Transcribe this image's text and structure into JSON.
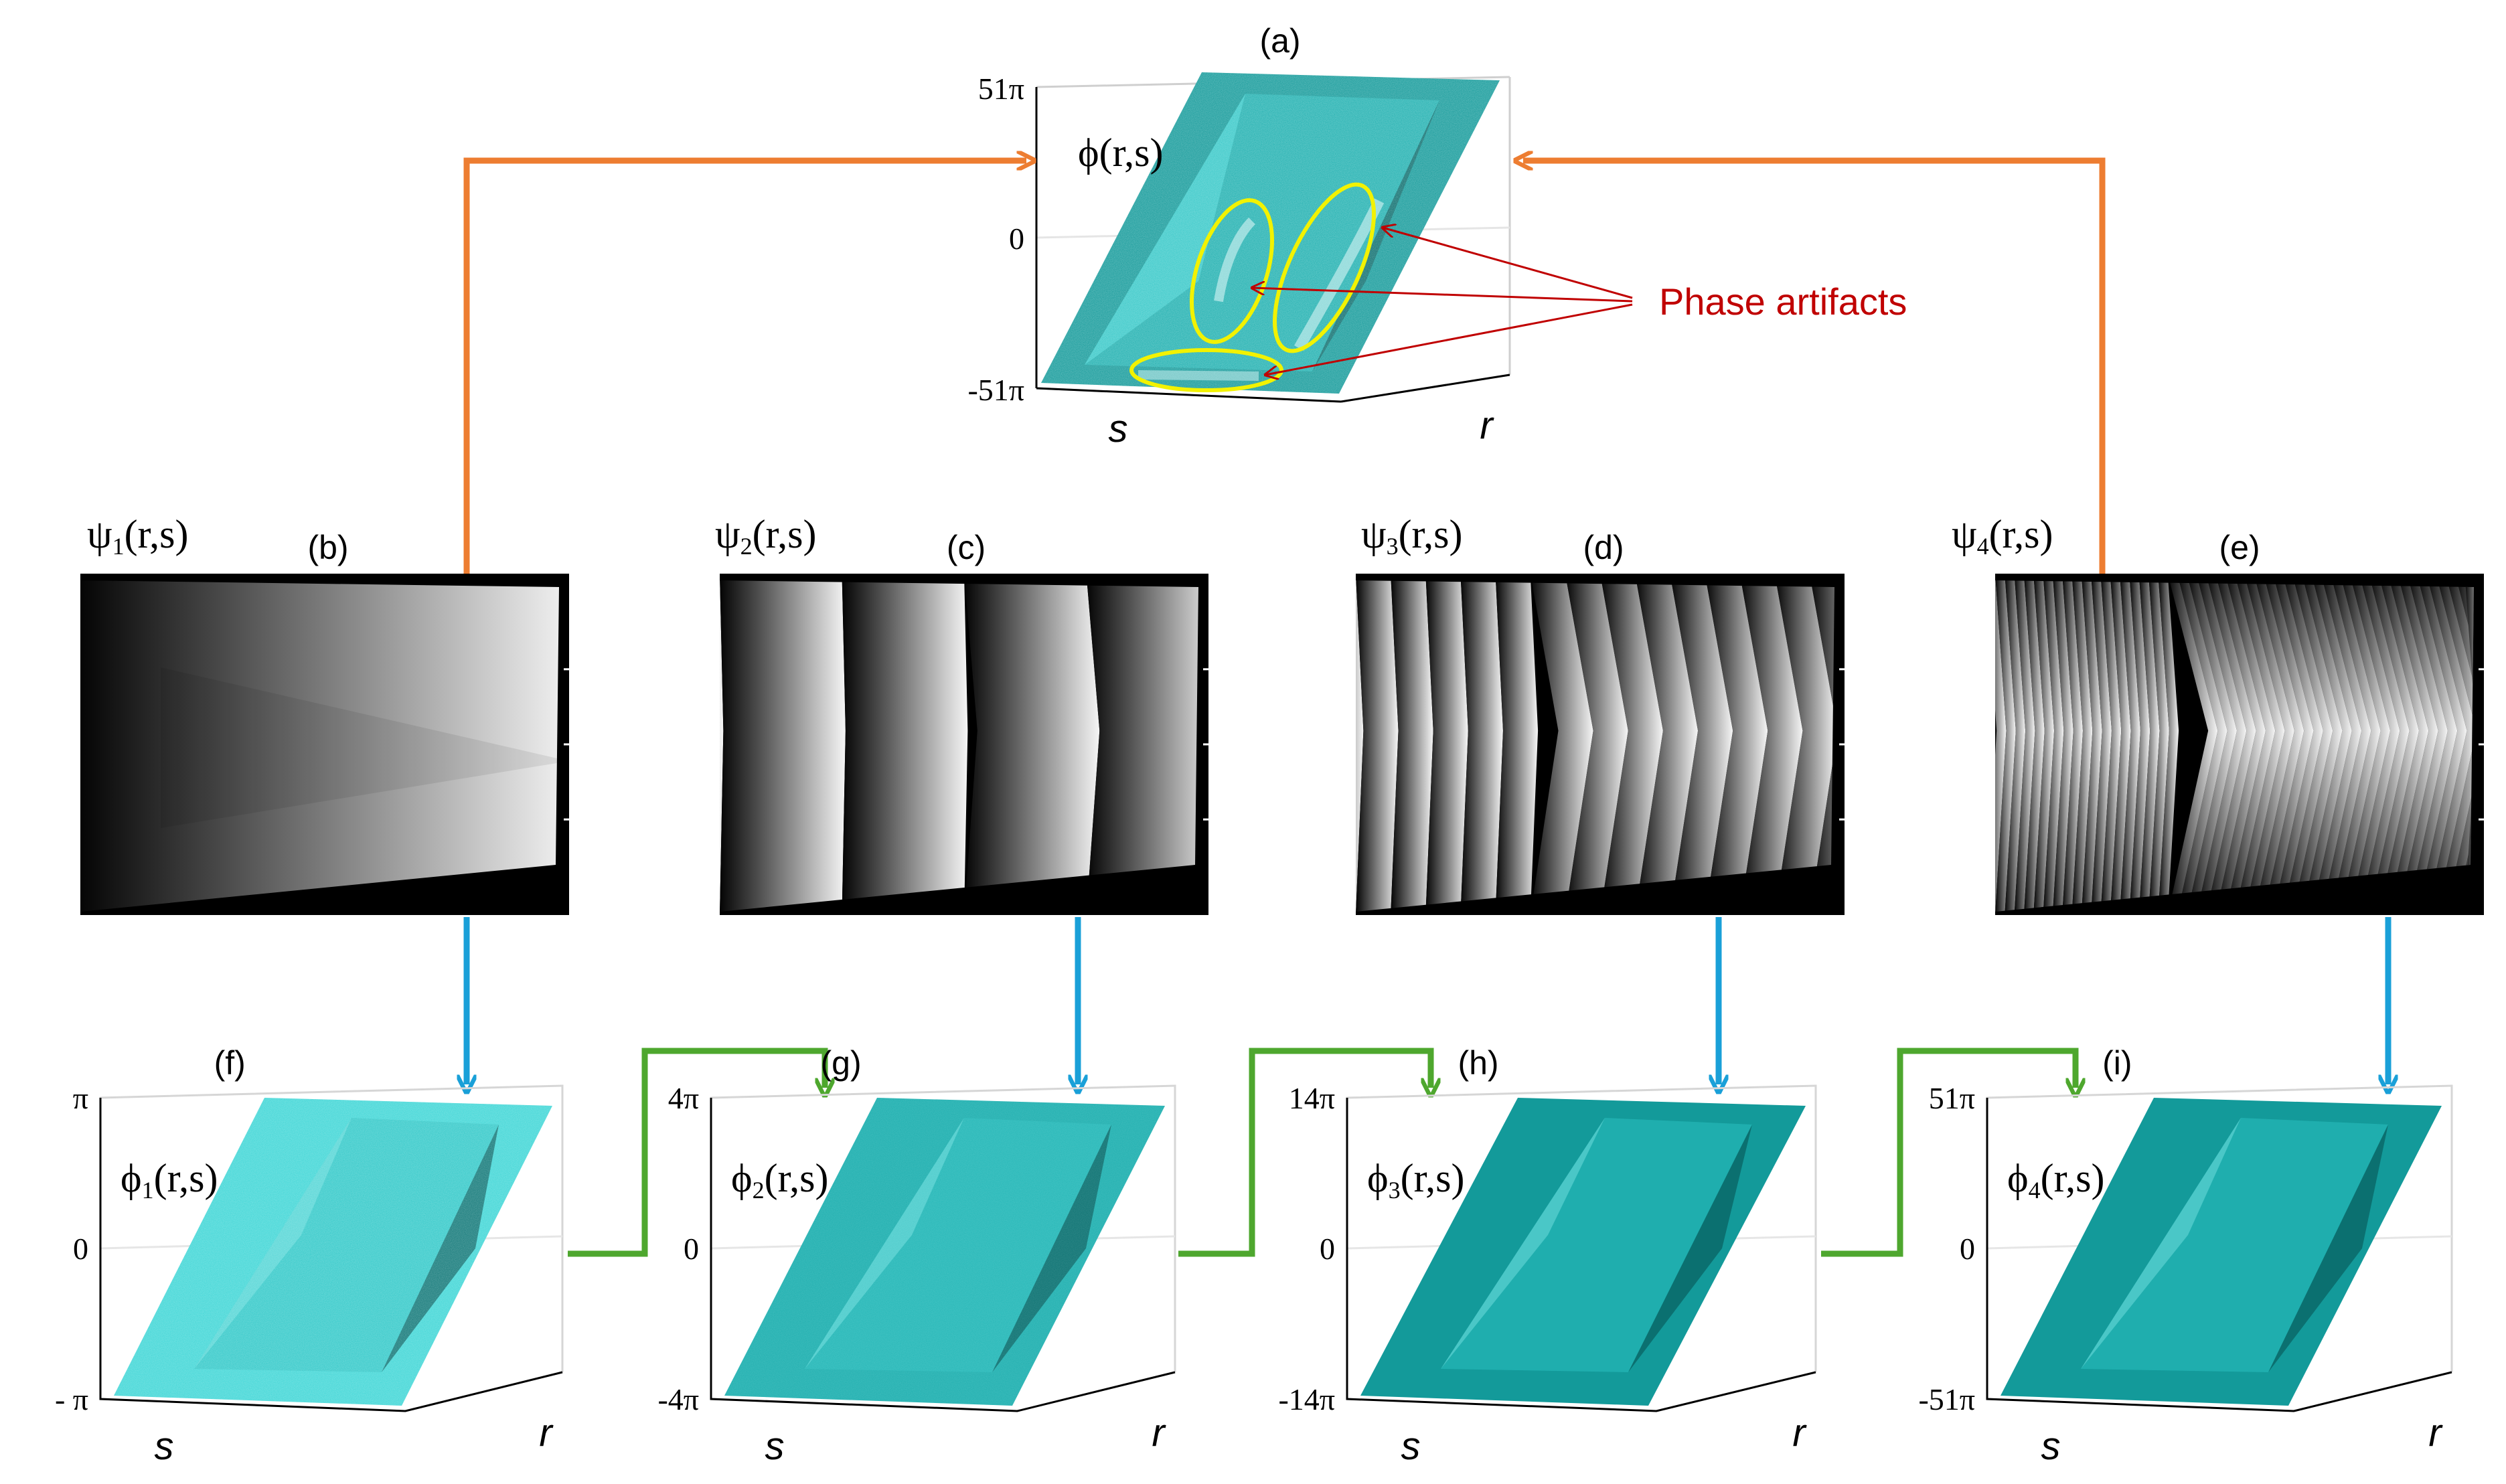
{
  "colors": {
    "orange_arrow": "#ED7D31",
    "blue_arrow": "#1AA0D8",
    "green_arrow": "#4EA72E",
    "red_annotation": "#C00000",
    "yellow_ellipse": "#F2F200",
    "surface_teal": "#139A9A",
    "surface_light": "#3FD0D0"
  },
  "annotation": {
    "text": "Phase artifacts"
  },
  "panel_a": {
    "letter": "(a)",
    "func": {
      "base": "ϕ",
      "sub": "",
      "args": "(r,s)"
    },
    "ticks": {
      "top": "51π",
      "mid": "0",
      "bottom": "-51π"
    },
    "axis_s": "s",
    "axis_r": "r"
  },
  "wrapped": [
    {
      "letter": "(b)",
      "func": {
        "base": "ψ",
        "sub": "1",
        "args": "(r,s)"
      },
      "fringes": 1
    },
    {
      "letter": "(c)",
      "func": {
        "base": "ψ",
        "sub": "2",
        "args": "(r,s)"
      },
      "fringes": 4
    },
    {
      "letter": "(d)",
      "func": {
        "base": "ψ",
        "sub": "3",
        "args": "(r,s)"
      },
      "fringes": 14
    },
    {
      "letter": "(e)",
      "func": {
        "base": "ψ",
        "sub": "4",
        "args": "(r,s)"
      },
      "fringes": 51
    }
  ],
  "unwrapped": [
    {
      "letter": "(f)",
      "func": {
        "base": "ϕ",
        "sub": "1",
        "args": "(r,s)"
      },
      "ticks": {
        "top": "π",
        "mid": "0",
        "bottom": "- π"
      },
      "axis_s": "s",
      "axis_r": "r"
    },
    {
      "letter": "(g)",
      "func": {
        "base": "ϕ",
        "sub": "2",
        "args": "(r,s)"
      },
      "ticks": {
        "top": "4π",
        "mid": "0",
        "bottom": "-4π"
      },
      "axis_s": "s",
      "axis_r": "r"
    },
    {
      "letter": "(h)",
      "func": {
        "base": "ϕ",
        "sub": "3",
        "args": "(r,s)"
      },
      "ticks": {
        "top": "14π",
        "mid": "0",
        "bottom": "-14π"
      },
      "axis_s": "s",
      "axis_r": "r"
    },
    {
      "letter": "(i)",
      "func": {
        "base": "ϕ",
        "sub": "4",
        "args": "(r,s)"
      },
      "ticks": {
        "top": "51π",
        "mid": "0",
        "bottom": "-51π"
      },
      "axis_s": "s",
      "axis_r": "r"
    }
  ]
}
